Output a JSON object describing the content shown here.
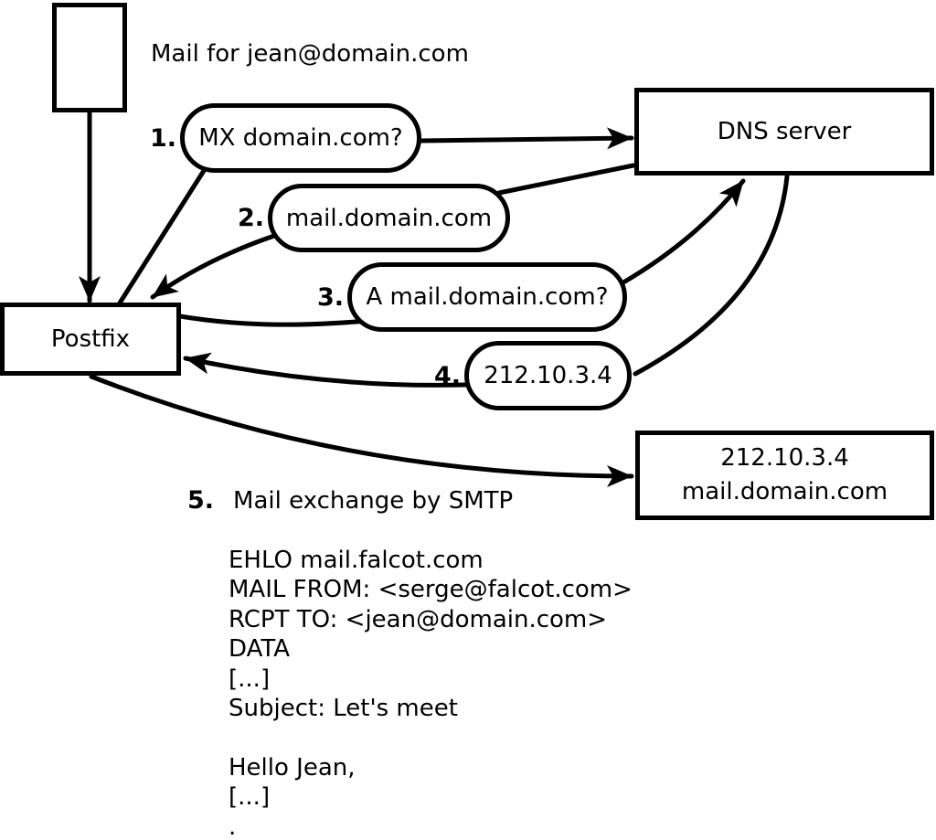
{
  "note_top": "Mail for jean@domain.com",
  "nodes": {
    "postfix": "Postfix",
    "dns_server": "DNS server",
    "mail_server_line1": "212.10.3.4",
    "mail_server_line2": "mail.domain.com"
  },
  "steps": [
    {
      "num": "1.",
      "label": "MX domain.com?"
    },
    {
      "num": "2.",
      "label": "mail.domain.com"
    },
    {
      "num": "3.",
      "label": "A mail.domain.com?"
    },
    {
      "num": "4.",
      "label": "212.10.3.4"
    },
    {
      "num": "5.",
      "label": "Mail exchange by SMTP"
    }
  ],
  "smtp_session": {
    "lines": [
      "EHLO mail.falcot.com",
      "MAIL FROM: <serge@falcot.com>",
      "RCPT TO: <jean@domain.com>",
      "DATA",
      "[...]",
      "Subject: Let's meet",
      "",
      "Hello Jean,",
      "[...]",
      "."
    ]
  },
  "colors": {
    "stroke": "#000000",
    "background": "#ffffff"
  }
}
